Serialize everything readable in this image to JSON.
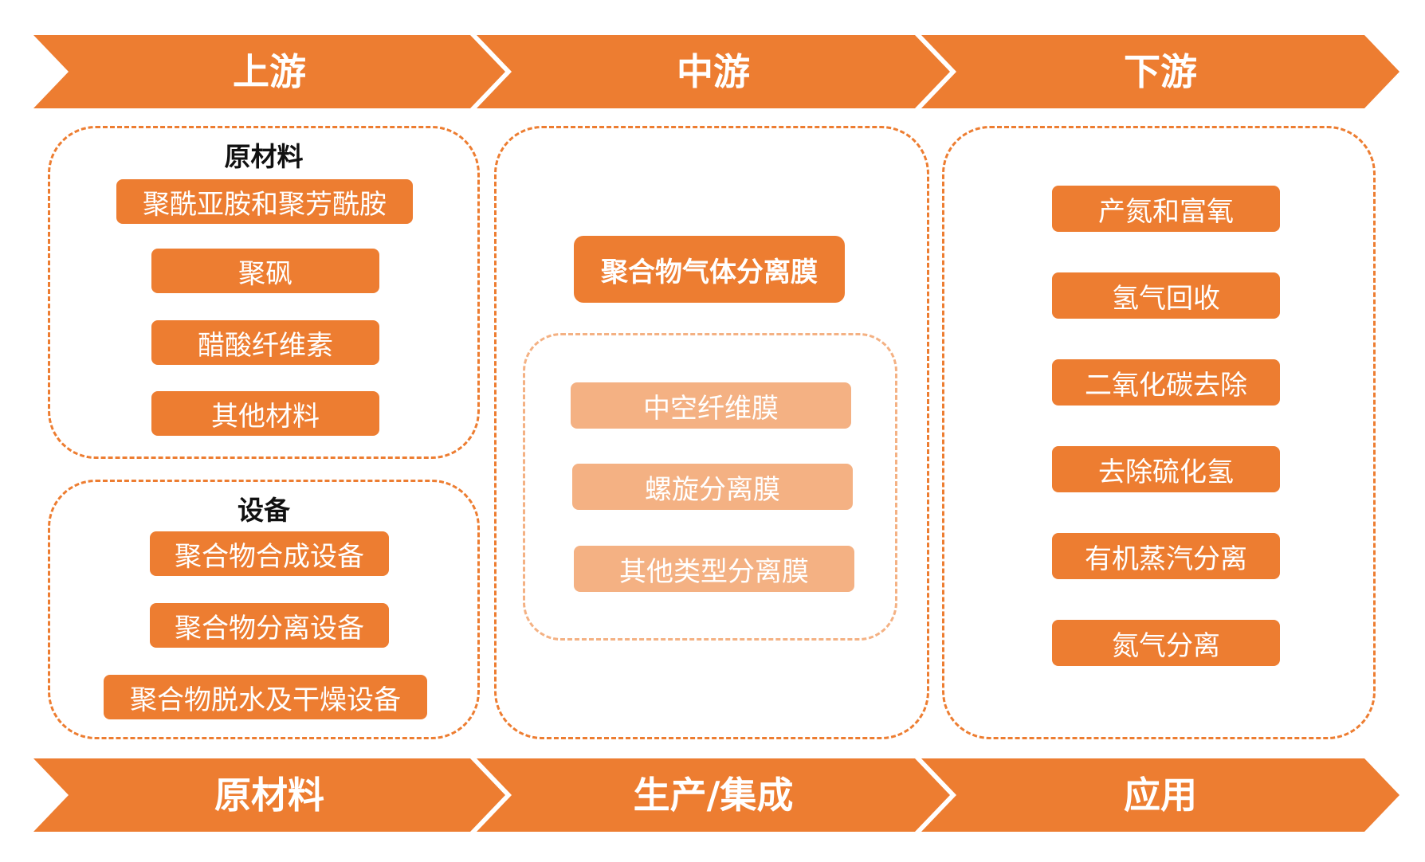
{
  "colors": {
    "accent": "#ED7D31",
    "accent_light": "#F4B183"
  },
  "top_chevrons": [
    "上游",
    "中游",
    "下游"
  ],
  "bottom_chevrons": [
    "原材料",
    "生产/集成",
    "应用"
  ],
  "upstream": {
    "raw_materials": {
      "title": "原材料",
      "items": [
        "聚酰亚胺和聚芳酰胺",
        "聚砜",
        "醋酸纤维素",
        "其他材料"
      ]
    },
    "equipment": {
      "title": "设备",
      "items": [
        "聚合物合成设备",
        "聚合物分离设备",
        "聚合物脱水及干燥设备"
      ]
    }
  },
  "midstream": {
    "main": "聚合物气体分离膜",
    "types": [
      "中空纤维膜",
      "螺旋分离膜",
      "其他类型分离膜"
    ]
  },
  "downstream": {
    "items": [
      "产氮和富氧",
      "氢气回收",
      "二氧化碳去除",
      "去除硫化氢",
      "有机蒸汽分离",
      "氮气分离"
    ]
  }
}
